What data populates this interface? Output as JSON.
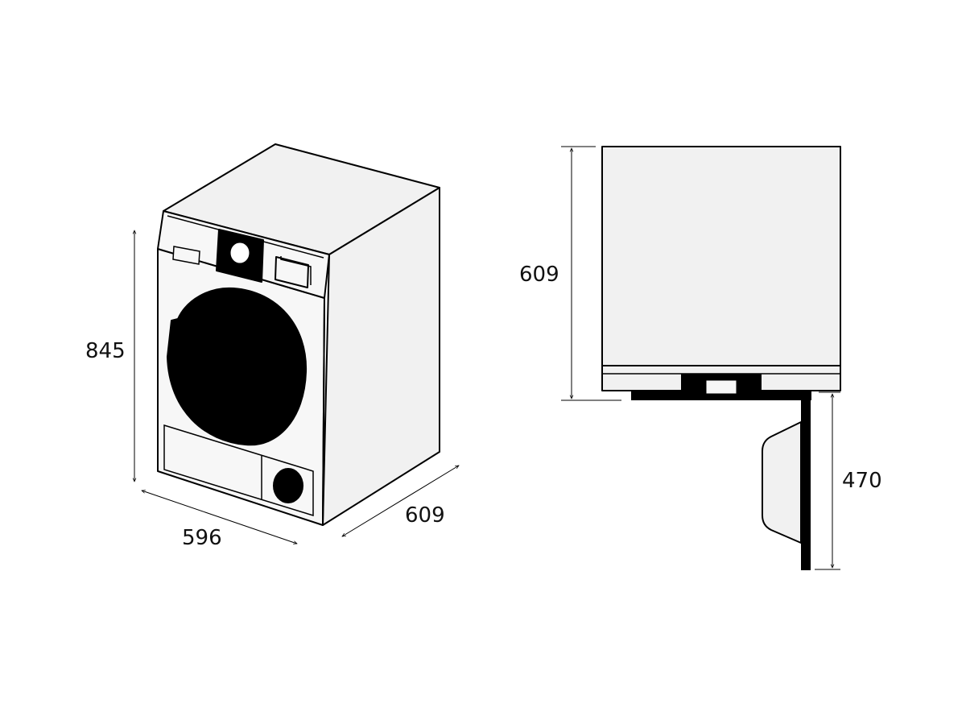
{
  "dimensions": {
    "height": "845",
    "width": "596",
    "depth": "609",
    "side_depth": "609",
    "door_height": "470"
  },
  "colors": {
    "panel_fill": "#f1f1f1",
    "front_fill": "#f7f7f7",
    "outline": "#000000",
    "text": "#111111"
  }
}
